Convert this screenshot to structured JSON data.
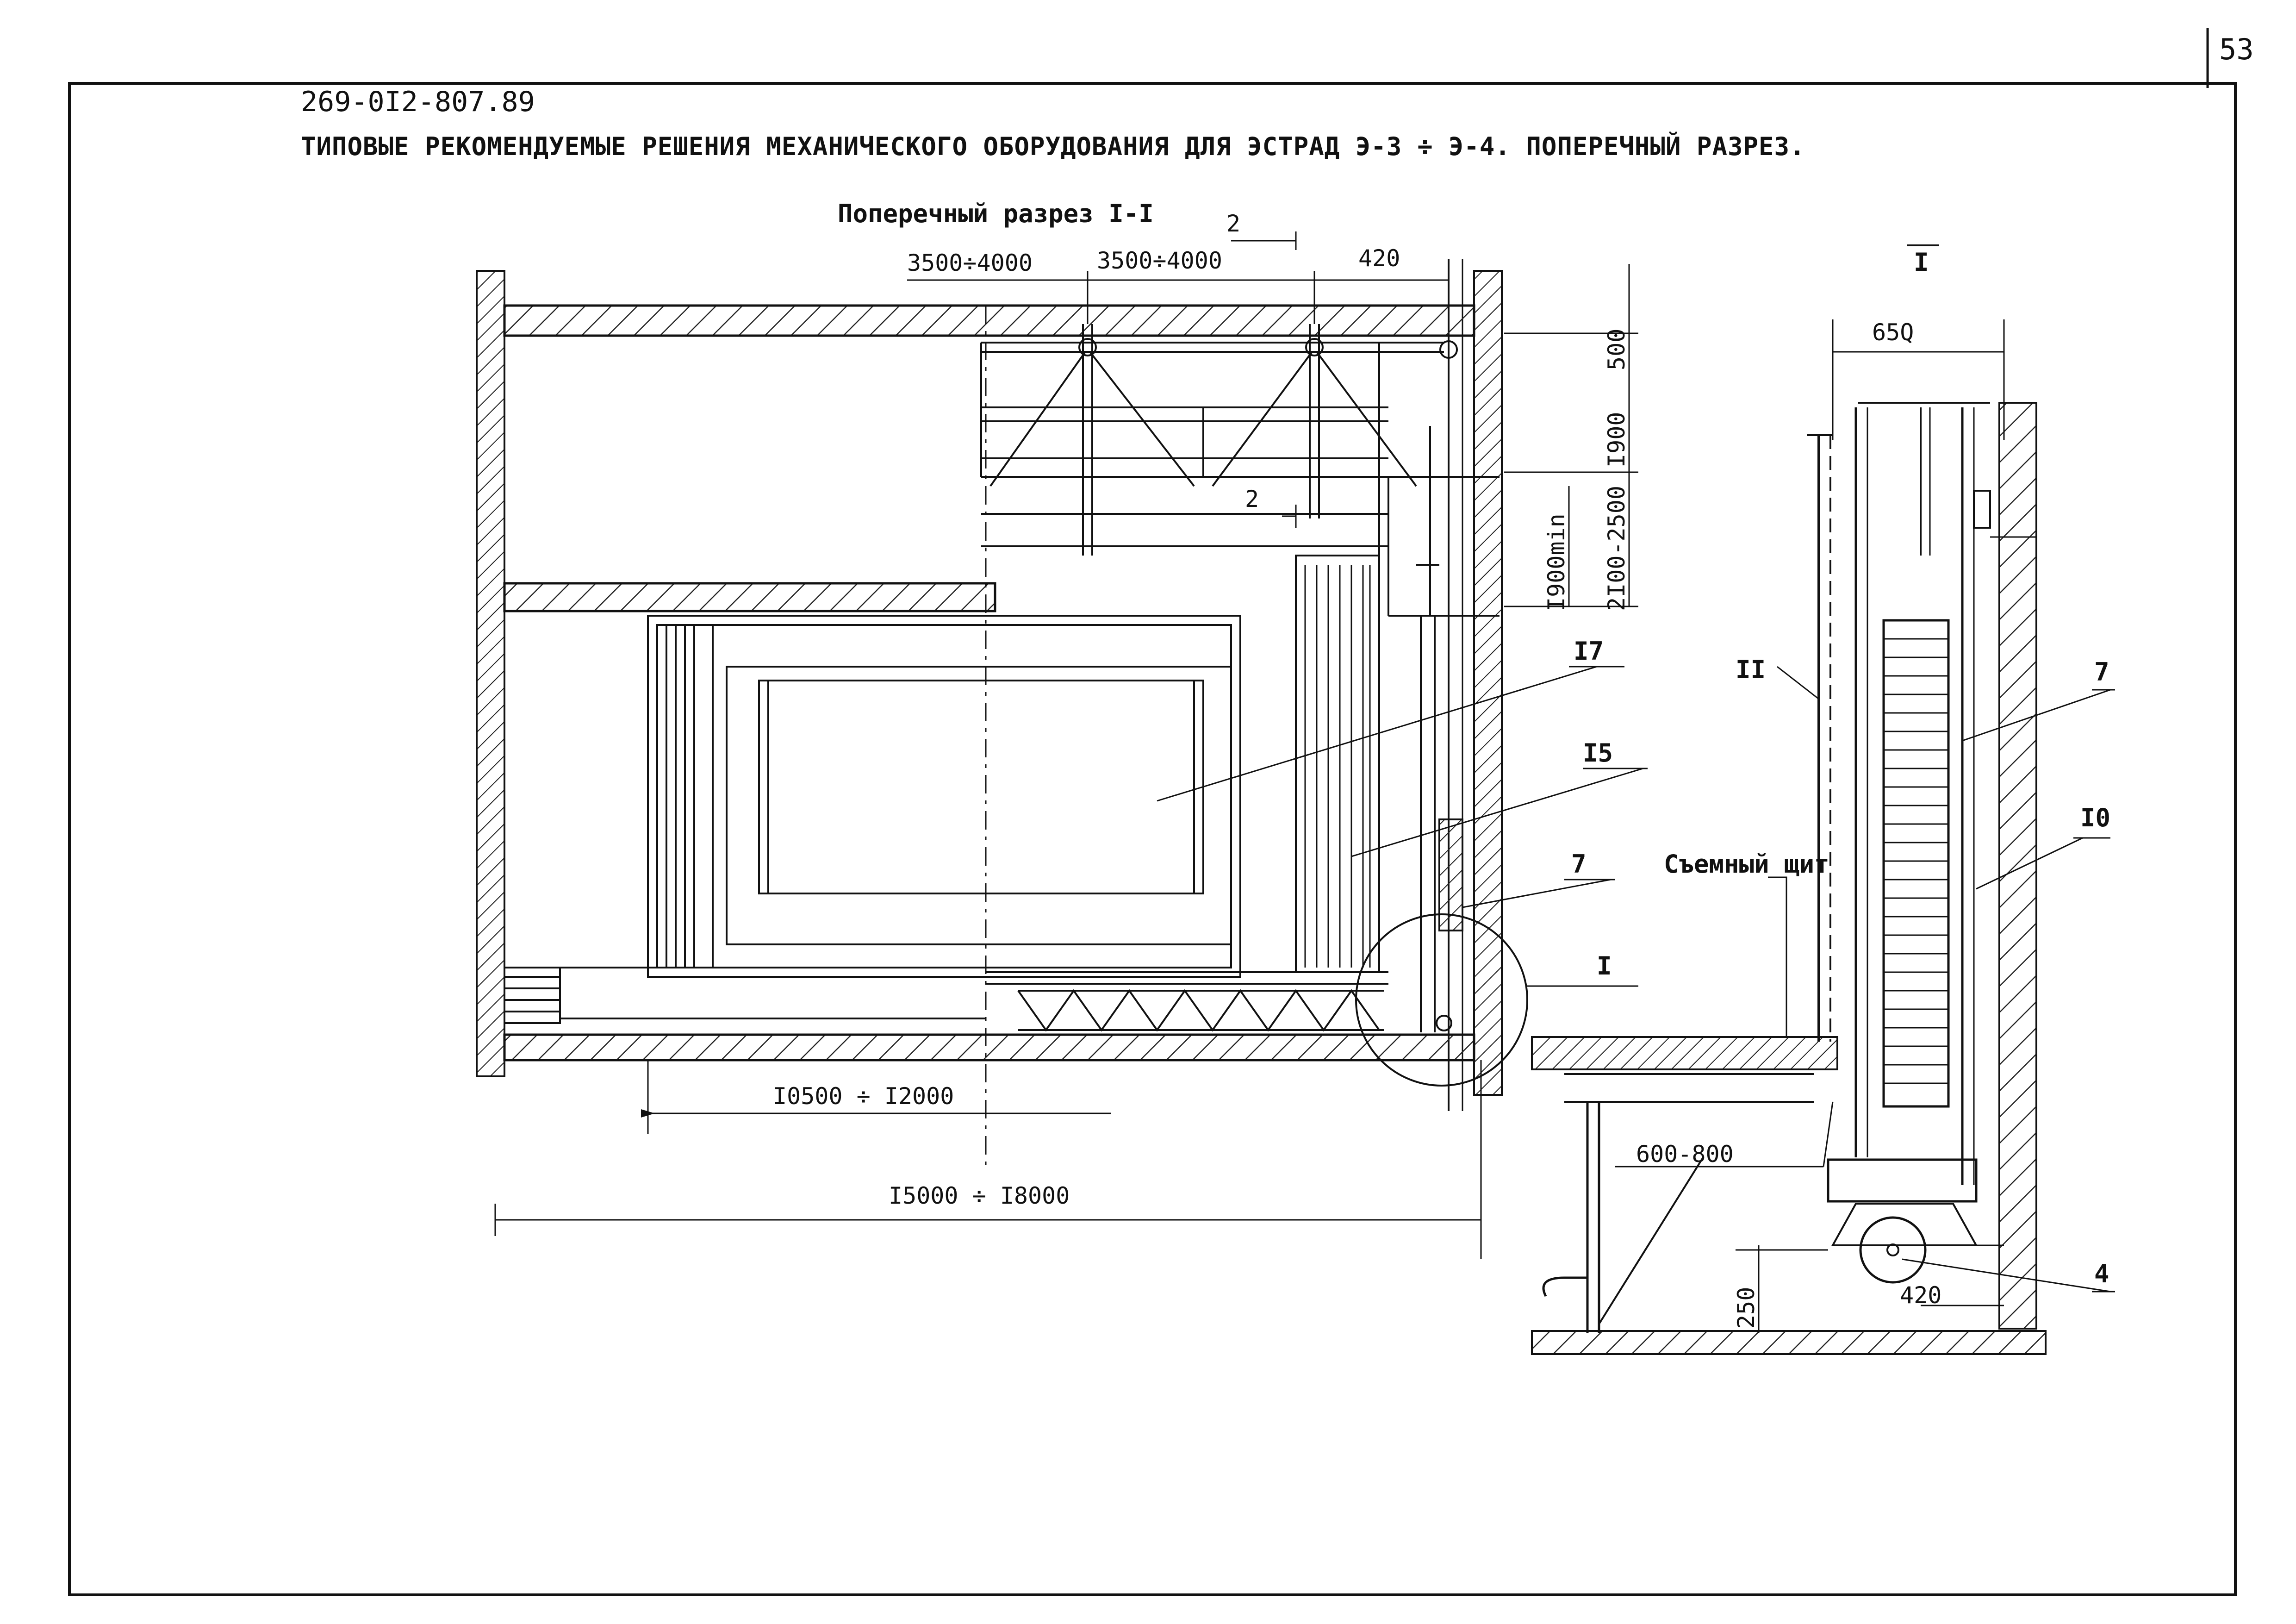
{
  "page_number": "53",
  "doc_code": "269-0I2-807.89",
  "title": "ТИПОВЫЕ РЕКОМЕНДУЕМЫЕ РЕШЕНИЯ МЕХАНИЧЕСКОГО ОБОРУДОВАНИЯ ДЛЯ ЭСТРАД Э-3 ÷ Э-4. ПОПЕРЕЧНЫЙ РАЗРЕЗ.",
  "section": {
    "title": "Поперечный разрез I-I",
    "dimensions": {
      "span_left": "3500÷4000",
      "span_right": "3500÷4000",
      "offset_top": "2",
      "offset_mid": "2",
      "width_420": "420",
      "h500": "500",
      "h1900": "I900",
      "h2100_2500": "2I00-2500",
      "h1900min": "I900min",
      "stage_depth": "I0500 ÷ I2000",
      "total_depth": "I5000 ÷ I8000"
    },
    "callouts": {
      "c17": "I7",
      "c15": "I5",
      "c7": "7",
      "cI": "I"
    }
  },
  "detail": {
    "title": "I",
    "dimensions": {
      "w650": "65Q",
      "w420": "420",
      "w600_800": "600-800",
      "h250": "250"
    },
    "callouts": {
      "c11": "II",
      "c7": "7",
      "c10": "I0",
      "c4": "4"
    },
    "removable_panel": "Съемный щит"
  }
}
